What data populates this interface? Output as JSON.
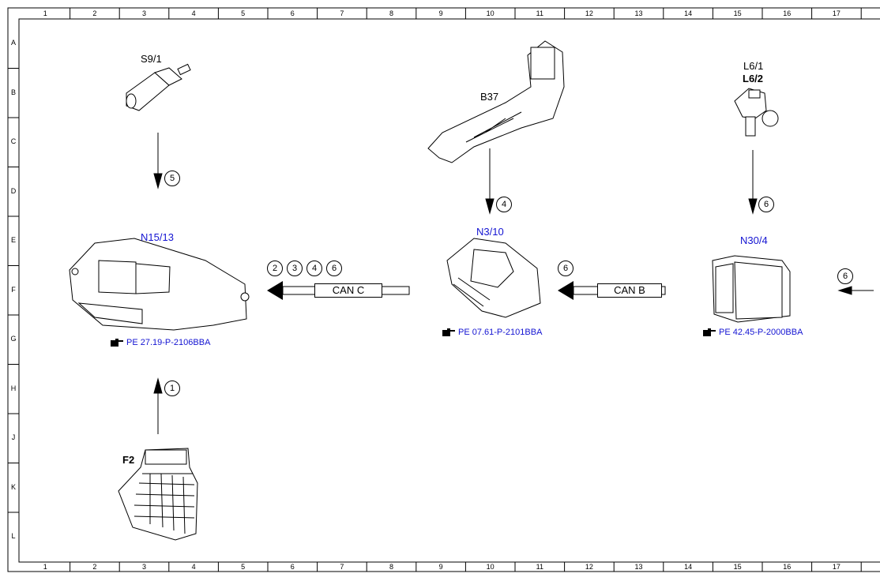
{
  "grid": {
    "columns": [
      "1",
      "2",
      "3",
      "4",
      "5",
      "6",
      "7",
      "8",
      "9",
      "10",
      "11",
      "12",
      "13",
      "14",
      "15",
      "16",
      "17"
    ],
    "rows": [
      "A",
      "B",
      "C",
      "D",
      "E",
      "F",
      "G",
      "H",
      "J",
      "K",
      "L"
    ]
  },
  "components": {
    "s9_1": "S9/1",
    "b37": "B37",
    "l6_1": "L6/1",
    "l6_2": "L6/2",
    "n15_13": "N15/13",
    "n3_10": "N3/10",
    "n30_4": "N30/4",
    "f2": "F2"
  },
  "references": {
    "n15_13": "PE 27.19-P-2106BBA",
    "n3_10": "PE 07.61-P-2101BBA",
    "n30_4": "PE 42.45-P-2000BBA"
  },
  "buses": {
    "can_c": "CAN C",
    "can_b": "CAN B"
  },
  "signals": {
    "s9_1_to_n15": "5",
    "b37_to_n3": "4",
    "l6_to_n30": "6",
    "n30_to_n3": "6",
    "ext_to_n30": "6",
    "f2_to_n15": "1",
    "can_c_list": [
      "2",
      "3",
      "4",
      "6"
    ]
  },
  "colors": {
    "label_blue": "#1414d2",
    "line": "#000000"
  }
}
